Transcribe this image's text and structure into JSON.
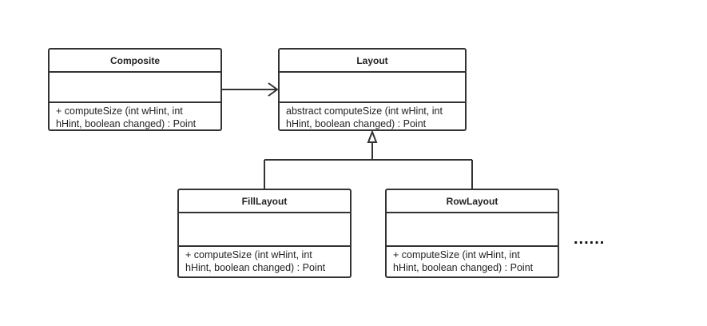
{
  "classes": {
    "composite": {
      "name": "Composite",
      "operations": [
        "+ computeSize (int wHint, int",
        "hHint, boolean changed) : Point"
      ]
    },
    "layout": {
      "name": "Layout",
      "operations": [
        "abstract computeSize (int wHint, int",
        "hHint, boolean changed) : Point"
      ]
    },
    "filllayout": {
      "name": "FillLayout",
      "operations": [
        "+ computeSize (int wHint, int",
        "hHint, boolean changed) : Point"
      ]
    },
    "rowlayout": {
      "name": "RowLayout",
      "operations": [
        "+ computeSize (int wHint, int",
        "hHint, boolean changed) : Point"
      ]
    }
  },
  "relationships": [
    {
      "type": "association",
      "from": "Composite",
      "to": "Layout"
    },
    {
      "type": "generalization",
      "from": "FillLayout",
      "to": "Layout"
    },
    {
      "type": "generalization",
      "from": "RowLayout",
      "to": "Layout"
    }
  ],
  "ellipsis": "......",
  "colors": {
    "stroke": "#333333",
    "background": "#ffffff"
  }
}
